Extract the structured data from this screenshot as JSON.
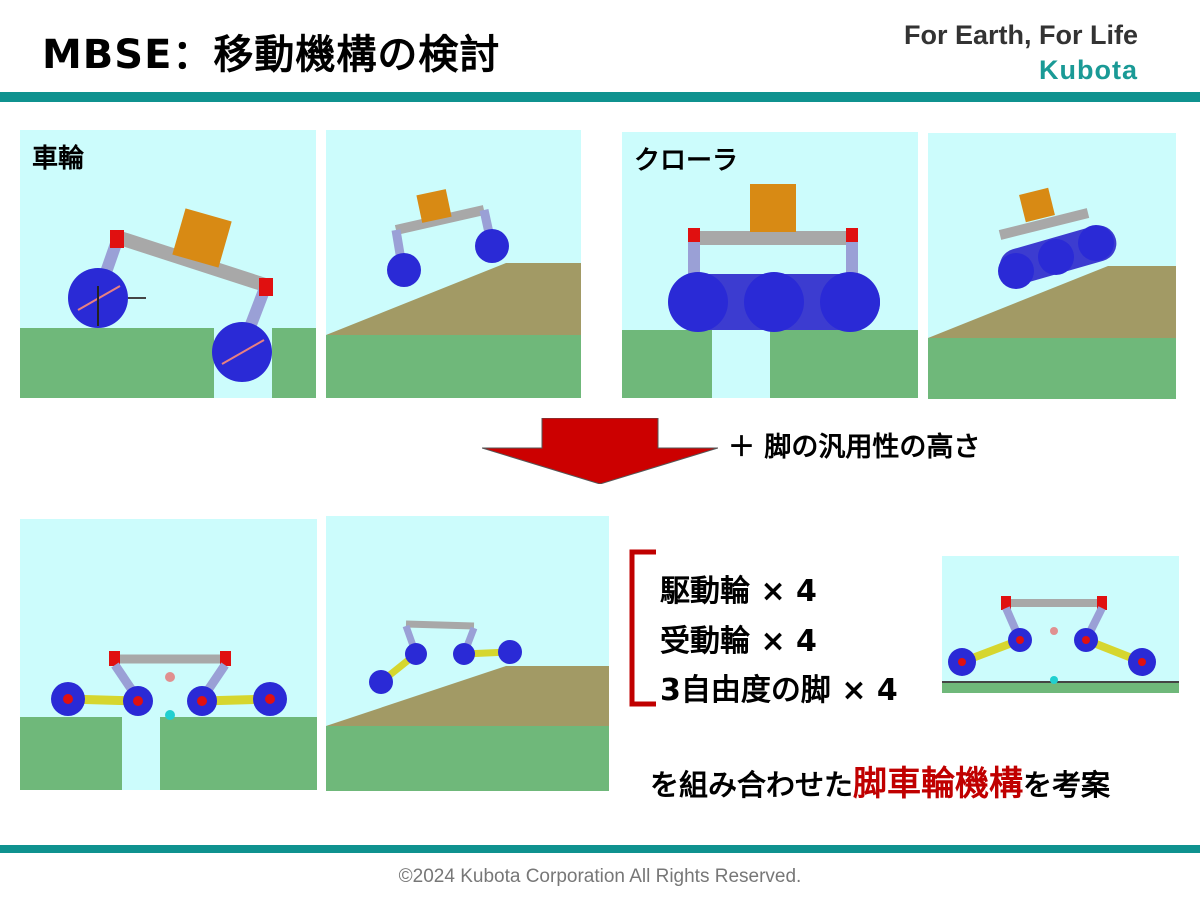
{
  "header": {
    "title": "MBSE：移動機構の検討",
    "brand_slogan": "For Earth, For Life",
    "brand_logo": "Kubota"
  },
  "panels": {
    "wheel_label": "車輪",
    "crawler_label": "クローラ"
  },
  "arrow_note": "＋ 脚の汎用性の高さ",
  "specs": [
    "駆動輪 × 4",
    "受動輪 × 4",
    "3自由度の脚 × 4"
  ],
  "conclusion": {
    "prefix": "を組み合わせた",
    "highlight": "脚車輪機構",
    "suffix": "を考案"
  },
  "footer": {
    "copyright": "©2024 Kubota Corporation All Rights Reserved."
  },
  "colors": {
    "teal_rule": "#0f928f",
    "sky": "#ccfcfc",
    "ground": "#6fb87a",
    "slope": "#a29a65",
    "wheel": "#2a2ad6",
    "leg": "#9aa0d6",
    "body": "#a8a8a8",
    "cargo": "#d88a14",
    "joint": "#e01010",
    "yellow_link": "#d6d62e",
    "arrow_red": "#cc0000",
    "highlight_red": "#c00000"
  }
}
